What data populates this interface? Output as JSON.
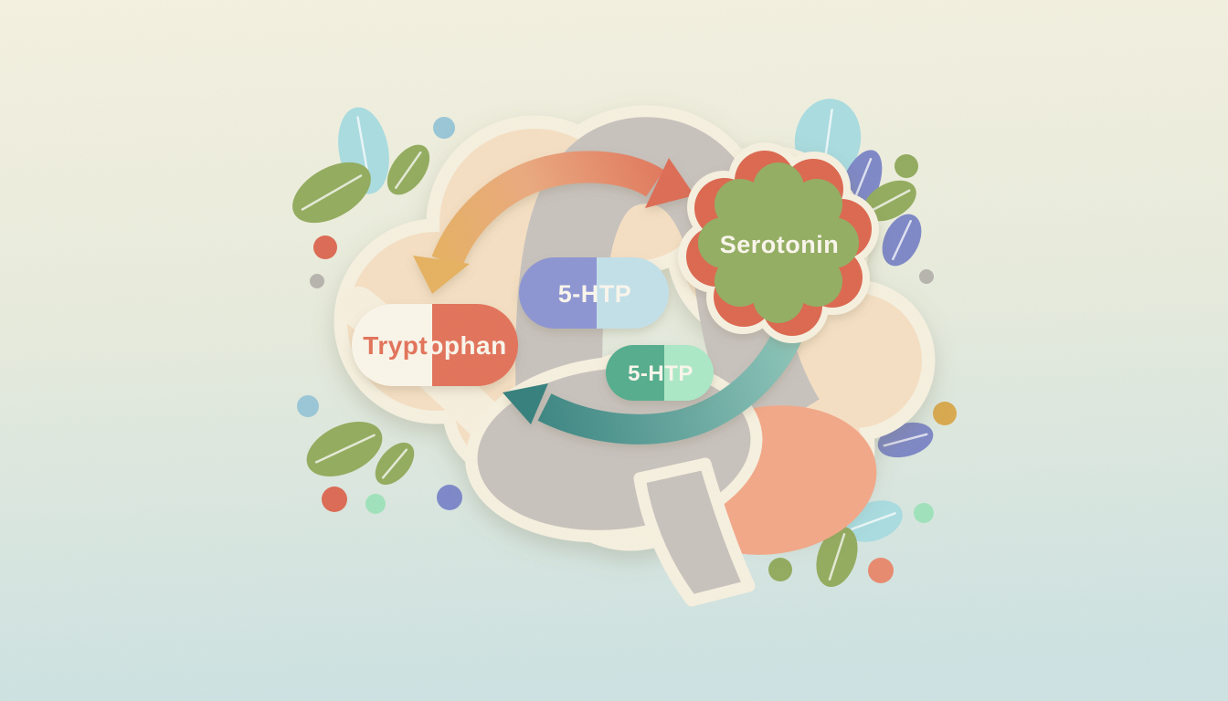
{
  "pathway": {
    "nodes": [
      {
        "id": "tryptophan",
        "shape": "capsule",
        "label": "Tryptophan",
        "label_left": "Trypt",
        "label_right": "ophan"
      },
      {
        "id": "five_htp_upper",
        "shape": "capsule",
        "label": "5-HTP"
      },
      {
        "id": "five_htp_lower",
        "shape": "capsule",
        "label": "5-HTP"
      },
      {
        "id": "serotonin",
        "shape": "starburst",
        "label": "Serotonin"
      }
    ],
    "arrows": [
      {
        "id": "forward-arc",
        "from": "tryptophan",
        "to": "serotonin",
        "style": "curved-ribbon-two-heads",
        "color_start": "#e6b161",
        "color_end": "#e0735a"
      },
      {
        "id": "return-arc",
        "from": "serotonin",
        "to": "tryptophan",
        "style": "curved-ribbon-single-head",
        "color_start": "#35807d",
        "color_end": "#8cc4b8"
      }
    ]
  },
  "colors": {
    "bg_top": "#f5f1e0",
    "bg_mid": "#e9ecdc",
    "bg_bottom": "#cde2e2",
    "brain_outline": "#f6f0df",
    "brain_fill": "#f5dfc3",
    "brain_valley": "#f7efdd",
    "cortex_gray": "#c8c2bd",
    "cerebellum_orange": "#f2a888",
    "arrow_yellow": "#e6b161",
    "arrow_salmon": "#e0735a",
    "arrow_salmon_head": "#dd6c54",
    "teal_dark": "#35807d",
    "teal_light": "#8cc4b8",
    "capsule_white": "#faf5e9",
    "capsule_salmon": "#e2735a",
    "capsule_periwinkle": "#8d95d2",
    "capsule_lightblue": "#c2e0e9",
    "capsule_teal": "#54ad8d",
    "capsule_mint": "#abe8c6",
    "burst_red": "#dc6750",
    "burst_green": "#93ae62",
    "text_light": "#faf6ec",
    "text_salmon": "#e2735a",
    "leaf_green": "#93ac5e",
    "leaf_blue": "#a9dce0",
    "leaf_purple": "#7e88c6",
    "dot_blue": "#99c6d6",
    "dot_red": "#dc6a54",
    "dot_gray": "#b7b4ae",
    "dot_green": "#92ab5e",
    "dot_mint": "#9fe2bb",
    "dot_periwinkle": "#7d88ca",
    "dot_yellow": "#d9a94e",
    "dot_salmon": "#e88a6e"
  }
}
